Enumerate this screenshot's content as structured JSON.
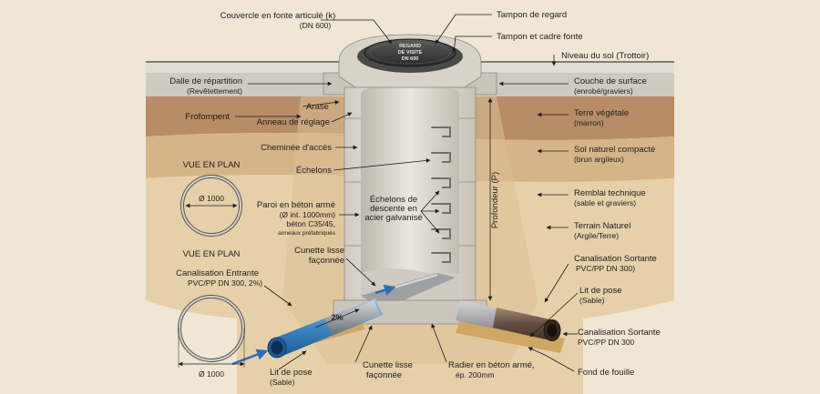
{
  "labels": {
    "couvercle": "Couvercle en fonte articulé (k)",
    "couvercle_sub": "(DN 600)",
    "tampon_regard": "Tampon de regard",
    "tampon_cadre": "Tampon et cadre fonte",
    "niveau_sol": "Niveau du sol (Trottoir)",
    "dalle": "Dalle de répartition",
    "dalle_sub": "(Revêtettement)",
    "couche_surface": "Couche de surface",
    "couche_surface_sub": "(enrobé/graviers)",
    "arase": "Arase",
    "frofompent": "Frofompent",
    "anneau": "Anneau de réglage",
    "terre_vegetale": "Terre végétale",
    "terre_vegetale_sub": "(marron)",
    "cheminee": "Cheminée d'accès",
    "sol_naturel": "Sol naturel compacté",
    "sol_naturel_sub": "(brun argileux)",
    "vue_plan_top": "VUE EN PLAN",
    "echelons": "Échelons",
    "remblai": "Remblai technique",
    "remblai_sub": "(sable et graviers)",
    "paroi_1": "Paroi en béton armé",
    "paroi_2": "(Ø int. 1000mm)",
    "paroi_3": "béton C35/45,",
    "paroi_4": "anneaux préfabriqués",
    "echelons_desc_1": "Échelons de",
    "echelons_desc_2": "descente en",
    "echelons_desc_3": "acier galvanisé",
    "terrain_naturel": "Terrain Naturel",
    "terrain_naturel_sub": "(Argile/Terre)",
    "profondeur": "Profondeur (P)",
    "vue_plan_bottom": "VUE EN PLAN",
    "cunette_1": "Cunette lisse",
    "cunette_2": "façonnée",
    "canal_sortante_1": "Canalisation Sortante",
    "canal_sortante_1_sub": "PVC/PP DN 300)",
    "canal_entrante": "Canalisation Entrante",
    "canal_entrante_sub": "PVC/PP DN 300, 2%)",
    "lit_pose_right": "Lit de pose",
    "lit_pose_right_sub": "(Sable)",
    "slope": "2%",
    "canal_sortante_2": "Canalisation Sortante",
    "canal_sortante_2_sub": "PVC/PP DN 300",
    "lit_pose_bottom": "Lit de pose",
    "lit_pose_bottom_sub": "(Sable)",
    "cunette_bottom_1": "Cunette lisse",
    "cunette_bottom_2": "façonnée",
    "radier_1": "Radier en béton armé,",
    "radier_2": "ép. 200mm",
    "fond_fouille": "Fond de fouille",
    "diam_top": "Ø 1000",
    "diam_bottom": "Ø 1000",
    "lid_1": "REGARD",
    "lid_2": "DE VISITE",
    "lid_3": "DN 600"
  },
  "colors": {
    "background": "#efe6d6",
    "asphalt": "#cfcac0",
    "topsoil": "#b88c66",
    "subsoil": "#d9b98f",
    "backfill": "#e8d3ae",
    "concrete": "#dcd8ce",
    "pipe_blue": "#3d86c4",
    "pipe_grey": "#9c9ea1",
    "arrow_blue": "#2e6db4",
    "sand_bed": "#cfa664"
  }
}
